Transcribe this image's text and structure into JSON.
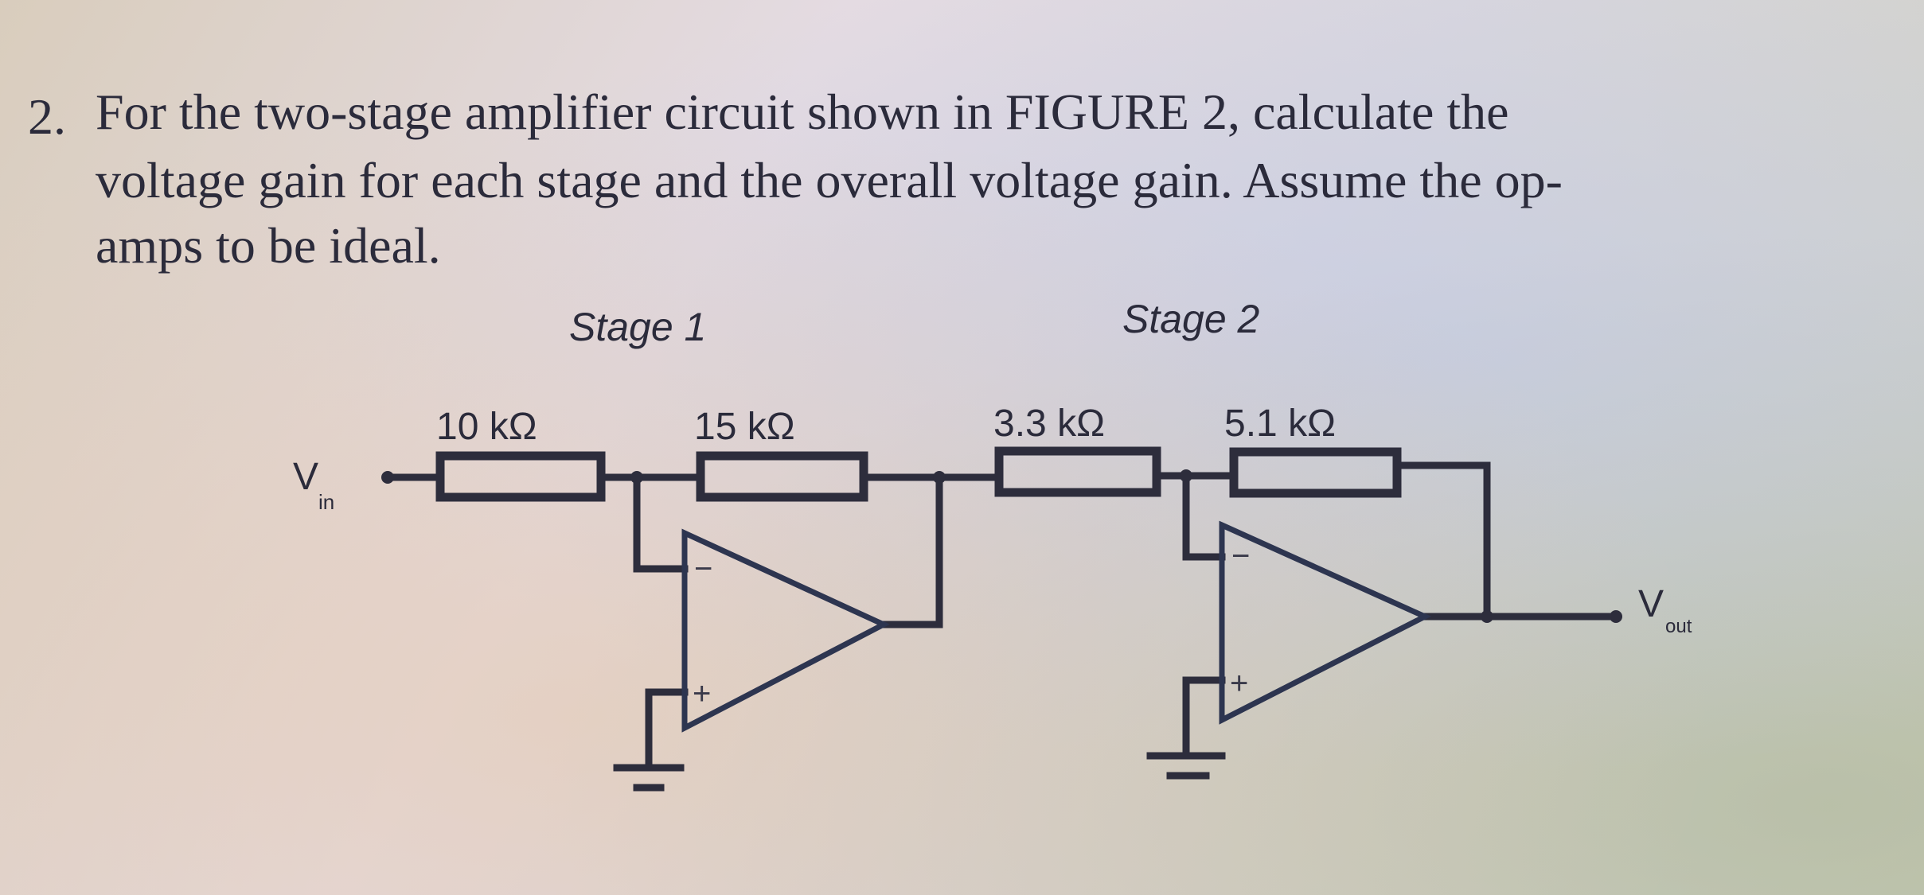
{
  "question": {
    "number": "2.",
    "lines": [
      "For the two-stage amplifier circuit shown in FIGURE 2,  calculate the",
      "voltage gain for each stage and the overall voltage gain. Assume the op-",
      "amps to be ideal."
    ]
  },
  "figure": {
    "stage1_label": "Stage 1",
    "stage2_label": "Stage 2",
    "resistors": [
      "10 kΩ",
      "15 kΩ",
      "3.3 kΩ",
      "5.1 kΩ"
    ],
    "vin_label": "V",
    "vin_sub": "in",
    "vout_label": "V",
    "vout_sub": "out",
    "minus_sign": "−",
    "plus_sign": "+"
  }
}
